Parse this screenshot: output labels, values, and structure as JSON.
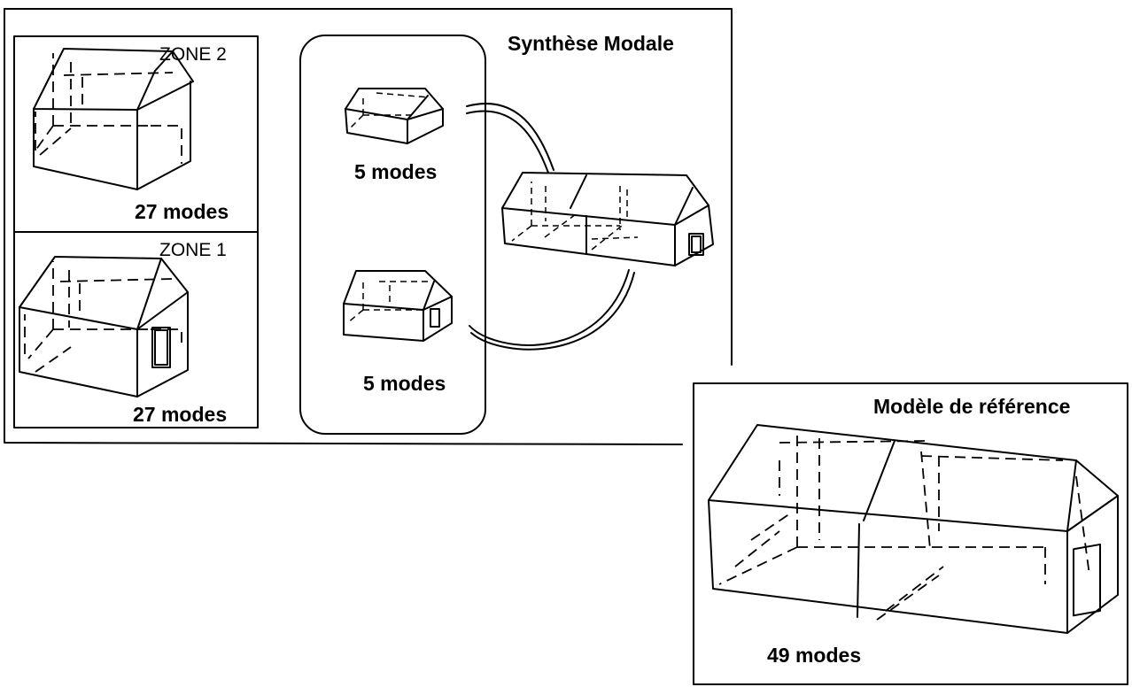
{
  "synthese": {
    "title": "Synthèse Modale"
  },
  "zone2": {
    "label": "ZONE 2",
    "modes": "27 modes"
  },
  "zone1": {
    "label": "ZONE 1",
    "modes": "27 modes"
  },
  "reduced_top": {
    "modes": "5 modes"
  },
  "reduced_bottom": {
    "modes": "5 modes"
  },
  "reference": {
    "title": "Modèle de référence",
    "modes": "49 modes"
  }
}
